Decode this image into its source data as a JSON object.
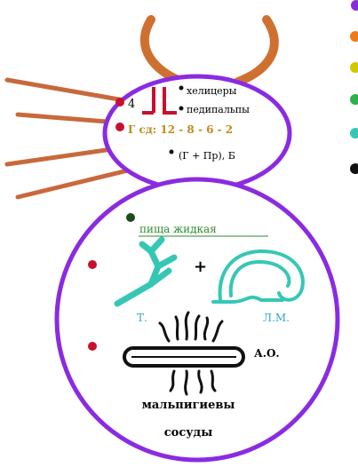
{
  "top_text": "",
  "head": {
    "labels": {
      "legs_count": "4",
      "chelicerae": "хелицеры",
      "pedipalps": "педипальпы",
      "brain_formula": "Г сд: 12 - 8 - 6 - 2",
      "eyes": "(Г + Пр), Б"
    }
  },
  "abdomen": {
    "labels": {
      "food": "пища жидкая",
      "trachea_abbrev": "Т.",
      "plus": "+",
      "lung_abbrev": "Л.М.",
      "excretory_abbrev": "А.О.",
      "malpighian_line1": "мальпигиевы",
      "malpighian_line2": "сосуды"
    }
  },
  "legend_colors": [
    "#8a2be2",
    "#f07a1a",
    "#d4c600",
    "#2db24a",
    "#35c7b5",
    "#111111"
  ],
  "colors": {
    "outline": "#8a2be2",
    "leg": "#c8693a",
    "chelicera": "#d07030",
    "bullet_red": "#c8102e",
    "bullet_dark": "#1a4d1a",
    "green_text": "#2e8b2e",
    "teal": "#35c7b5",
    "tubule": "#111111"
  }
}
